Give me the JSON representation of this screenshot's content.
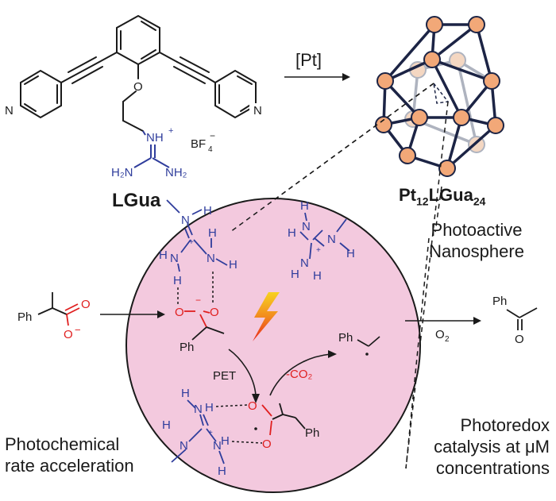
{
  "ligand": {
    "name": "LGua",
    "n_left": "N",
    "n_right": "N",
    "oxygen": "O",
    "nh_plus": "NH",
    "plus": "+",
    "counterion": "BF",
    "counterion_sub": "4",
    "counterion_sup": "−",
    "h2n": "H₂N",
    "nh2": "NH₂"
  },
  "reaction_arrow": {
    "reagent": "[Pt]"
  },
  "cage": {
    "name_main": "Pt",
    "name_sub1": "12",
    "name_mid": "LGua",
    "name_sub2": "24"
  },
  "photoactive_label": [
    "Photoactive",
    "Nanosphere"
  ],
  "nanosphere": {
    "fill_color": "#f3c9de",
    "guanidinium_color": "#2f3d9c",
    "carboxylate_color": "#e02020",
    "pet_label": "PET",
    "co2_label": "-CO₂",
    "ph": "Ph",
    "o_minus": "O",
    "o": "O",
    "n": "N",
    "h": "H"
  },
  "substrate": {
    "ph": "Ph",
    "o_top": "O",
    "o_bottom": "O",
    "minus": "−"
  },
  "product": {
    "ph": "Ph",
    "o": "O",
    "oxidant_main": "O",
    "oxidant_sub": "2"
  },
  "left_caption": [
    "Photochemical",
    "rate acceleration"
  ],
  "right_caption": [
    "Photoredox",
    "catalysis at μM",
    "concentrations"
  ]
}
